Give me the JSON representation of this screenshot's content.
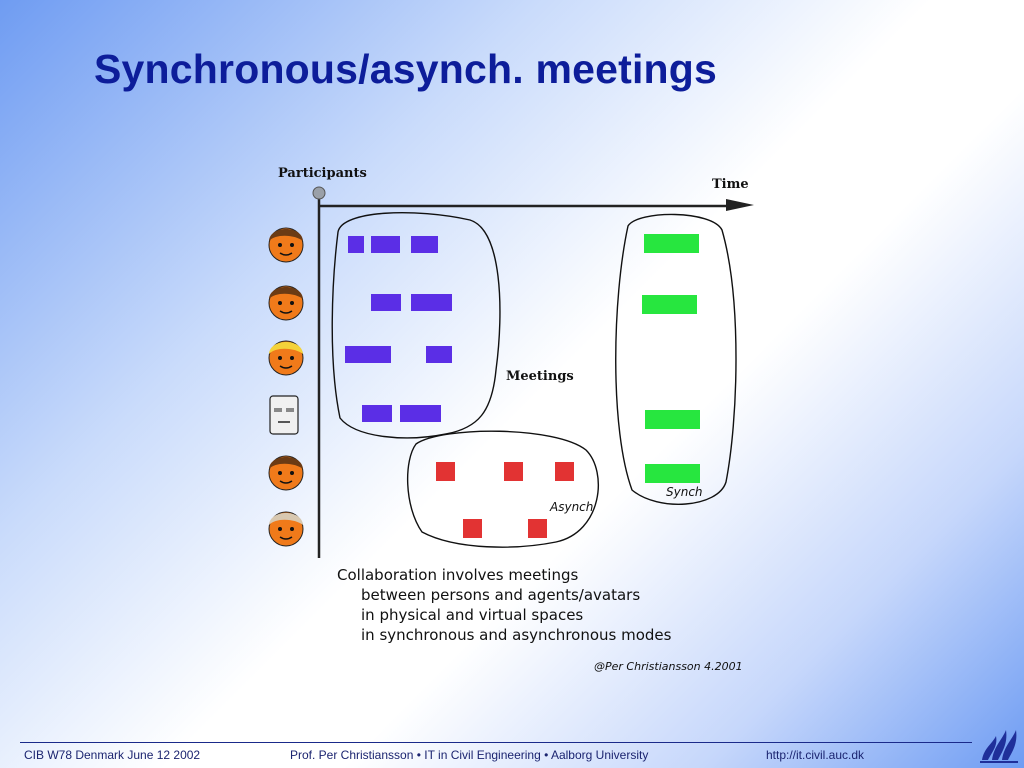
{
  "slide": {
    "title": "Synchronous/asynch. meetings"
  },
  "diagram": {
    "y_axis_label": "Participants",
    "x_axis_label": "Time",
    "meetings_label": "Meetings",
    "asynch_label": "Asynch",
    "synch_label": "Synch",
    "participants": [
      "person-brown-hair",
      "person-brown-hair",
      "person-blond-hair",
      "agent-robot",
      "person-brown-hair",
      "person-grey-hair"
    ],
    "colors": {
      "meeting_block": "#5b2ee6",
      "asynch_block": "#e23333",
      "synch_block": "#27e63f",
      "face": "#f07a1a"
    },
    "caption": {
      "line1": "Collaboration involves meetings",
      "line2": "between persons and agents/avatars",
      "line3": "in physical and virtual spaces",
      "line4": "in synchronous and asynchronous modes"
    },
    "copyright": "@Per Christiansson 4.2001"
  },
  "footer": {
    "left": "CIB W78 Denmark June 12 2002",
    "center": "Prof. Per Christiansson • IT in Civil Engineering • Aalborg University",
    "right": "http://it.civil.auc.dk"
  }
}
